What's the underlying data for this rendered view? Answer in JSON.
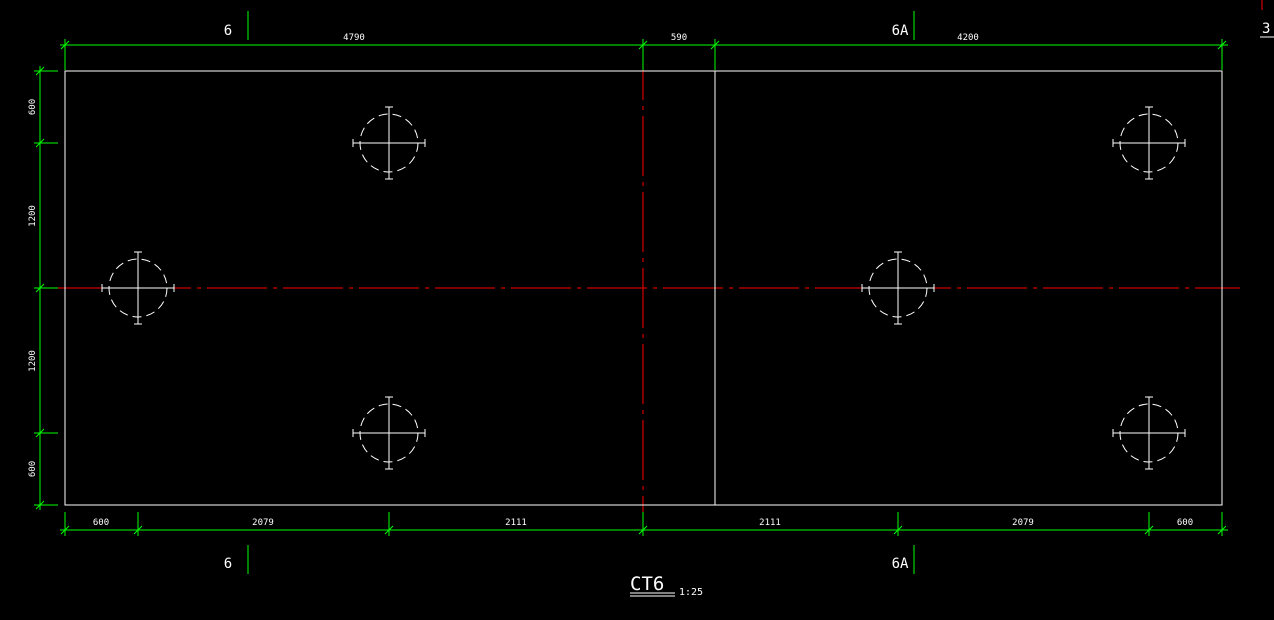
{
  "colors": {
    "background": "#000000",
    "outline": "#ffffff",
    "dimension": "#00ff00",
    "centerline": "#ff0000",
    "pile": "#ffffff"
  },
  "axes": {
    "grid_6": "6",
    "grid_6a": "6A",
    "grid_6_bottom": "6",
    "grid_6a_bottom": "6A"
  },
  "dims": {
    "top": [
      "4790",
      "590",
      "4200"
    ],
    "bottom": [
      "600",
      "2079",
      "2111",
      "2111",
      "2079",
      "600"
    ],
    "left": [
      "600",
      "1200",
      "1200",
      "600"
    ]
  },
  "title": {
    "name": "CT6",
    "scale": "1:25",
    "corner_mark": "3"
  }
}
